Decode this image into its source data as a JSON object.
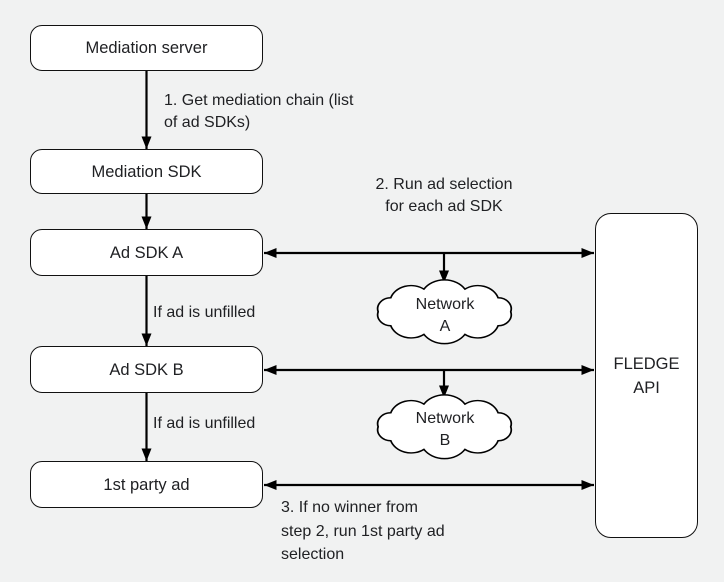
{
  "colors": {
    "background": "#f1f2f2",
    "box_fill": "#ffffff",
    "stroke": "#000000",
    "text": "#202124"
  },
  "boxes": {
    "mediation_server": {
      "label": "Mediation server"
    },
    "mediation_sdk": {
      "label": "Mediation SDK"
    },
    "ad_sdk_a": {
      "label": "Ad SDK A"
    },
    "ad_sdk_b": {
      "label": "Ad SDK B"
    },
    "first_party_ad": {
      "label": "1st party ad"
    },
    "fledge_api": {
      "lines": [
        "FLEDGE",
        "API"
      ]
    }
  },
  "clouds": {
    "network_a": {
      "lines": [
        "Network",
        "A"
      ]
    },
    "network_b": {
      "lines": [
        "Network",
        "B"
      ]
    }
  },
  "annotations": {
    "step1": {
      "lines": [
        "1. Get mediation chain (list",
        "of ad SDKs)"
      ]
    },
    "step2": {
      "lines": [
        "2. Run ad selection",
        "for each ad SDK"
      ]
    },
    "unfilled_a": {
      "label": "If ad is unfilled"
    },
    "unfilled_b": {
      "label": "If ad is unfilled"
    },
    "step3": {
      "lines": [
        "3. If no winner from",
        "step 2, run 1st party ad",
        "selection"
      ]
    }
  }
}
